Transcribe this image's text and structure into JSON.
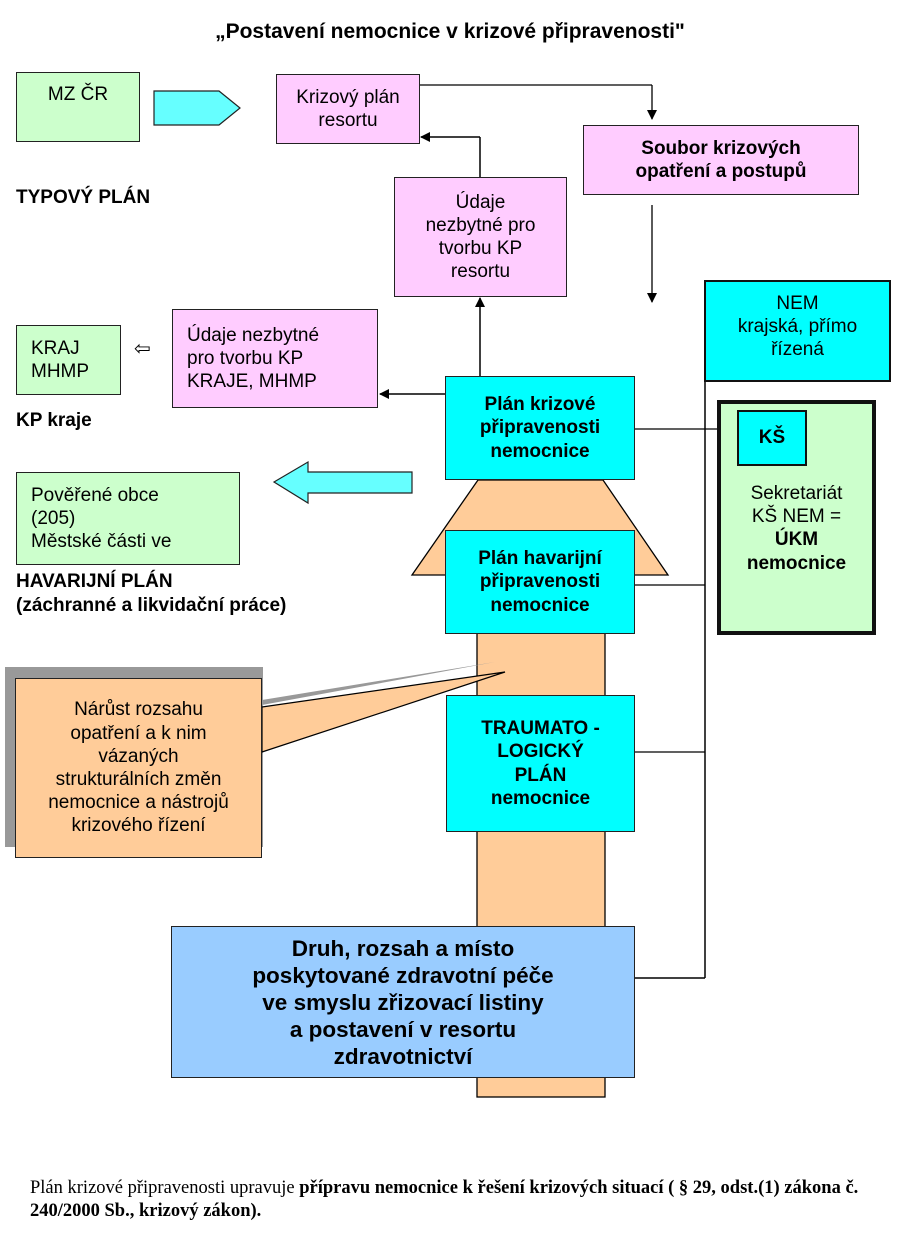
{
  "title": "„Postavení nemocnice v krizové připravenosti\"",
  "sections": {
    "typovy_plan": "TYPOVÝ PLÁN",
    "kp_kraje": "KP kraje",
    "havarijni_plan_line1": "HAVARIJNÍ PLÁN",
    "havarijni_plan_line2": "(záchranné a likvidační práce)"
  },
  "boxes": {
    "mz_cr": "MZ ČR",
    "krizovy_plan_resortu": [
      "Krizový plán",
      "resortu"
    ],
    "soubor_opatreni": [
      "Soubor krizových",
      "opatření a postupů"
    ],
    "udaje_resortu": [
      "Údaje",
      "nezbytné pro",
      "tvorbu KP",
      "resortu"
    ],
    "kraj_mhmp": [
      "KRAJ",
      "MHMP"
    ],
    "udaje_kraje": [
      "Údaje nezbytné",
      "pro tvorbu KP",
      "KRAJE, MHMP"
    ],
    "poverene_obce": [
      "Pověřené obce",
      "(205)",
      "Městské části ve"
    ],
    "plan_krizove": [
      "Plán krizové",
      "připravenosti",
      "nemocnice"
    ],
    "plan_havarijni": [
      "Plán havarijní",
      "připravenosti",
      "nemocnice"
    ],
    "traumatologicky": [
      "TRAUMATO -",
      "LOGICKÝ",
      "PLÁN",
      "nemocnice"
    ],
    "nem": [
      "NEM",
      "krajská, přímo",
      "řízená"
    ],
    "ks": "KŠ",
    "sekretariat": [
      "Sekretariát",
      "KŠ NEM ="
    ],
    "ukm": [
      "ÚKM",
      "nemocnice"
    ],
    "narust": [
      "Nárůst rozsahu",
      "opatření a k nim",
      "vázaných",
      "strukturálních změn",
      "nemocnice a nástrojů",
      "krizového řízení"
    ],
    "druh_rozsah": [
      "Druh, rozsah a místo",
      "poskytované zdravotní péče",
      "ve smyslu zřizovací listiny",
      "a postavení v resortu",
      "zdravotnictví"
    ]
  },
  "footer": {
    "normal": "Plán krizové připravenosti upravuje ",
    "bold": " přípravu nemocnice k řešení krizových situací ( § 29, odst.(1) zákona č. 240/2000 Sb., krizový zákon)."
  },
  "icons": {
    "small_left_arrow": "⇦"
  },
  "colors": {
    "green": "#ccffcc",
    "pink": "#ffccff",
    "cyan": "#00ffff",
    "light_cyan_arrow": "#66ffff",
    "blue": "#99ccff",
    "peach": "#ffcc99",
    "callout_shadow": "#999999"
  }
}
